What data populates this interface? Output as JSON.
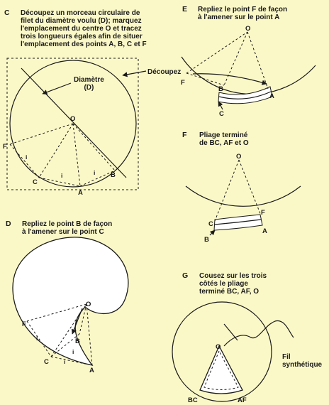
{
  "steps": {
    "c": {
      "letter": "C",
      "text": "Découpez un morceau circulaire de\nfilet du diamètre voulu (D); marquez\nl'emplacement du centre O et tracez\ntrois longueurs égales afin de situer\nl'emplacement des points A, B, C et F",
      "diameter_label": "Diamètre\n(D)",
      "cut_label": "Découpez"
    },
    "d": {
      "letter": "D",
      "text": "Repliez le point B de façon\nà l'amener sur le point C"
    },
    "e": {
      "letter": "E",
      "text": "Repliez le point F de façon\nà l'amener sur le point A"
    },
    "f": {
      "letter": "F",
      "text": "Pliage terminé\nde BC, AF et O"
    },
    "g": {
      "letter": "G",
      "text": "Cousez sur les trois\ncôtés le pliage\nterminé BC, AF, O",
      "thread_label": "Fil\nsynthétique"
    }
  },
  "points": {
    "o": "O",
    "a": "A",
    "b": "B",
    "c": "C",
    "f": "F",
    "bc": "BC",
    "af": "AF",
    "i": "i"
  }
}
